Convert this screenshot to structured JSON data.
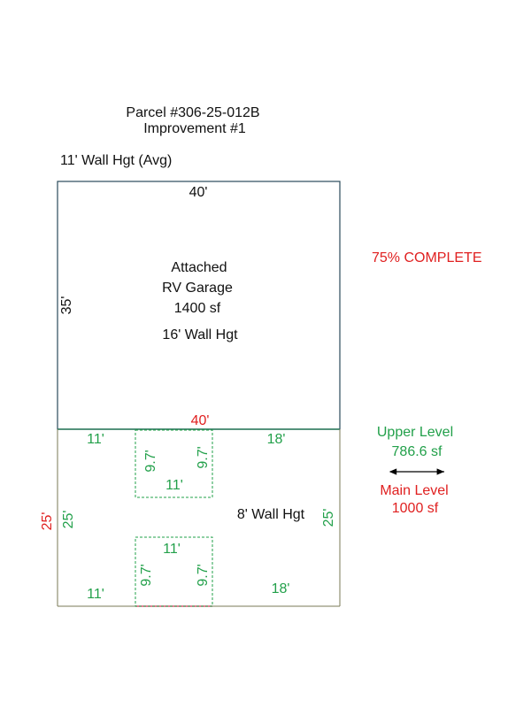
{
  "header": {
    "parcel": "Parcel #306-25-012B",
    "improvement": "Improvement #1"
  },
  "avg_wall_height": "11' Wall Hgt (Avg)",
  "completion": "75% COMPLETE",
  "garage": {
    "label_line1": "Attached",
    "label_line2": "RV Garage",
    "area": "1400 sf",
    "wall_height": "16' Wall Hgt",
    "top_dim": "40'",
    "left_dim": "35'",
    "bottom_dim": "40'"
  },
  "house": {
    "wall_height": "8' Wall Hgt",
    "outer_left_dim": "25'",
    "inner_left_dim": "25'",
    "right_dim": "25'",
    "top_left_dim": "11'",
    "top_right_dim": "18'",
    "bottom_left_dim": "11'",
    "bottom_right_dim": "18'",
    "top_box": {
      "left_dim": "9.7'",
      "right_dim": "9.7'",
      "bottom_dim": "11'"
    },
    "bottom_box": {
      "top_dim": "11'",
      "left_dim": "9.7'",
      "right_dim": "9.7'"
    }
  },
  "legend": {
    "upper_label": "Upper Level",
    "upper_area": "786.6 sf",
    "main_label": "Main Level",
    "main_area": "1000 sf"
  },
  "colors": {
    "upper_level": "#22a04a",
    "main_level": "#e02020",
    "outline": "#2a4a5a",
    "text": "#111111"
  }
}
